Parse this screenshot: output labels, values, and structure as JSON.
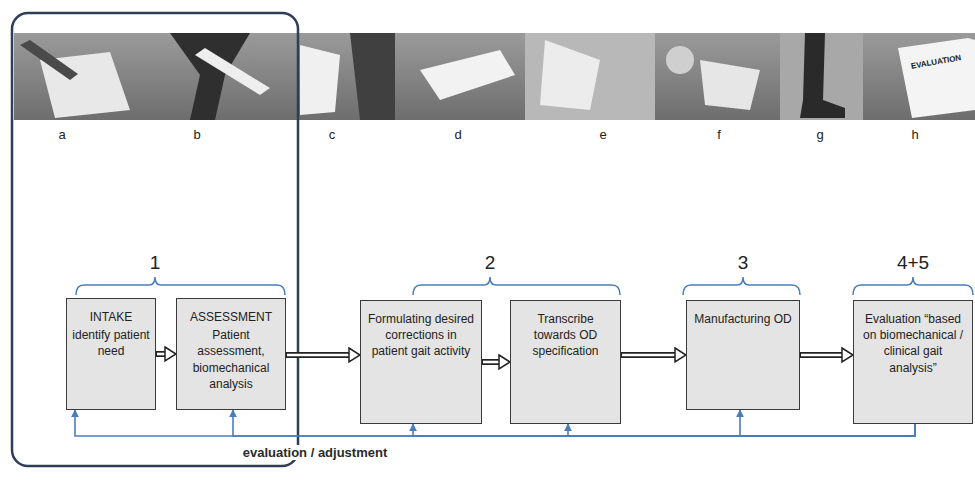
{
  "diagram": {
    "nodes": [
      {
        "text": [
          "INTAKE",
          "identify patient need"
        ]
      },
      {
        "text": [
          "ASSESSMENT",
          "Patient assessment, biomechanical analysis"
        ]
      },
      {
        "text": [
          "Formulating desired corrections in patient gait activity"
        ]
      },
      {
        "text": [
          "Transcribe towards OD specification"
        ]
      },
      {
        "text": [
          "Manufacturing OD"
        ]
      },
      {
        "text": [
          "Evaluation “based on biomechanical / clinical gait analysis”"
        ]
      }
    ],
    "edges": [
      {
        "from": 0,
        "to": 1,
        "arrow": "to"
      },
      {
        "from": 1,
        "to": 2,
        "arrow": "to"
      },
      {
        "from": 2,
        "to": 3,
        "arrow": "to"
      },
      {
        "from": 3,
        "to": 4,
        "arrow": "to"
      },
      {
        "from": 4,
        "to": 5,
        "arrow": "to"
      },
      {
        "from": 5,
        "to": 0,
        "arrow": "to",
        "label": "evaluation / adjustment"
      },
      {
        "from": 5,
        "to": 1,
        "arrow": "to"
      },
      {
        "from": 5,
        "to": 2,
        "arrow": "to"
      },
      {
        "from": 5,
        "to": 3,
        "arrow": "to"
      },
      {
        "from": 5,
        "to": 4,
        "arrow": "to"
      }
    ],
    "labels": [
      "a",
      "b",
      "c",
      "d",
      "e",
      "f",
      "g",
      "h",
      "1",
      "2",
      "3",
      "4+5",
      "EVALUATION"
    ]
  }
}
